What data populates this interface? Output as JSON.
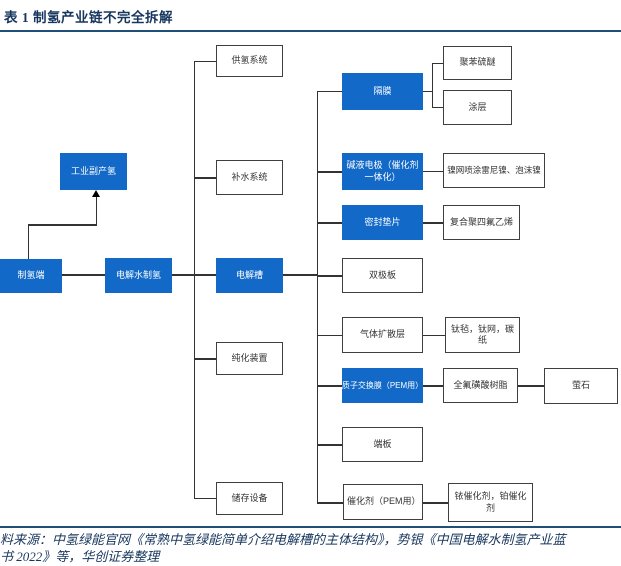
{
  "title": "表 1  制氢产业链不完全拆解",
  "source": {
    "line1": "料来源：中氢绿能官网《常熟中氢绿能简单介绍电解槽的主体结构》，势银《中国电解水制氢产业蓝",
    "line2": "书 2022》等，华创证券整理"
  },
  "colors": {
    "blue": "#1269C7",
    "navy": "#17365D",
    "rule": "#1F4E79",
    "line": "#333333"
  },
  "nodes": {
    "zhiqingduan": {
      "label": "制氢端",
      "type": "blue"
    },
    "gongyefuchanqing": {
      "label": "工业副产氢",
      "type": "blue"
    },
    "dianjieshuizhiqing": {
      "label": "电解水制氢",
      "type": "blue"
    },
    "gongqingxitong": {
      "label": "供氢系统",
      "type": "white"
    },
    "bushuixitong": {
      "label": "补水系统",
      "type": "white"
    },
    "dianjiecao": {
      "label": "电解槽",
      "type": "blue"
    },
    "chunhuazhuangzhi": {
      "label": "纯化装置",
      "type": "white"
    },
    "chucunshebei": {
      "label": "储存设备",
      "type": "white"
    },
    "gemo": {
      "label": "隔膜",
      "type": "blue"
    },
    "jianyedianji": {
      "label": "碱液电极（催化剂一体化）",
      "type": "blue"
    },
    "mifengdianpian": {
      "label": "密封垫片",
      "type": "blue"
    },
    "shuangjiban": {
      "label": "双极板",
      "type": "white"
    },
    "qitikuosanceng": {
      "label": "气体扩散层",
      "type": "white"
    },
    "zhizijiaohuanmo": {
      "label": "质子交换膜（PEM用）",
      "type": "blue"
    },
    "duanban": {
      "label": "端板",
      "type": "white"
    },
    "cuihuaji": {
      "label": "催化剂（PEM用）",
      "type": "white"
    },
    "jubenliumi": {
      "label": "聚苯硫醚",
      "type": "white"
    },
    "tuceng": {
      "label": "涂层",
      "type": "white"
    },
    "niewangpentu": {
      "label": "镍网喷涂雷尼镍、泡沫镍",
      "type": "white"
    },
    "fuhejusifuyixi": {
      "label": "复合聚四氟乙烯",
      "type": "white"
    },
    "taizhantaiwangtanzhi": {
      "label": "钛毡，钛网，碳纸",
      "type": "white"
    },
    "quanfuhuangsuanshuzhi": {
      "label": "全氟磺酸树脂",
      "type": "white"
    },
    "yingshi": {
      "label": "萤石",
      "type": "white"
    },
    "yicuihuajibocuihuaji": {
      "label": "铱催化剂，铂催化剂",
      "type": "white"
    }
  }
}
